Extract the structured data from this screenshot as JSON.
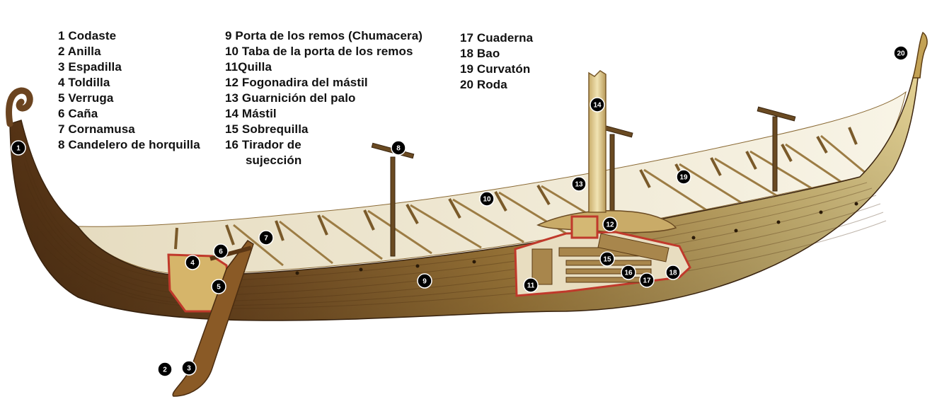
{
  "legend": {
    "col1": [
      {
        "num": "1",
        "label": "Codaste"
      },
      {
        "num": "2",
        "label": "Anilla"
      },
      {
        "num": "3",
        "label": "Espadilla"
      },
      {
        "num": "4",
        "label": "Toldilla"
      },
      {
        "num": "5",
        "label": "Verruga"
      },
      {
        "num": "6",
        "label": "Caña"
      },
      {
        "num": "7",
        "label": "Cornamusa"
      },
      {
        "num": "8",
        "label": "Candelero de horquilla"
      }
    ],
    "col2": [
      {
        "num": "9",
        "label": "Porta de los remos (Chumacera)"
      },
      {
        "num": "10",
        "label": "Taba de la porta de los remos"
      },
      {
        "num": "11",
        "label": "Quilla"
      },
      {
        "num": "12",
        "label": "Fogonadira del mástil"
      },
      {
        "num": "13",
        "label": "Guarnición del palo"
      },
      {
        "num": "14",
        "label": "Mástil"
      },
      {
        "num": "15",
        "label": "Sobrequilla"
      },
      {
        "num": "16",
        "label": "Tirador de",
        "label2": "sujección"
      }
    ],
    "col3": [
      {
        "num": "17",
        "label": "Cuaderna"
      },
      {
        "num": "18",
        "label": "Bao"
      },
      {
        "num": "19",
        "label": "Curvatón"
      },
      {
        "num": "20",
        "label": "Roda"
      }
    ]
  },
  "callouts": [
    "1",
    "2",
    "3",
    "4",
    "5",
    "6",
    "7",
    "8",
    "9",
    "10",
    "11",
    "12",
    "13",
    "14",
    "15",
    "16",
    "17",
    "18",
    "19",
    "20"
  ],
  "colors": {
    "hull_dark": "#5a3616",
    "hull_mid": "#a4742e",
    "hull_light": "#e2cf8c",
    "deck": "#f2ecd6",
    "cutaway": "#c0392b",
    "callout_bg": "#000000",
    "callout_text": "#ffffff"
  }
}
